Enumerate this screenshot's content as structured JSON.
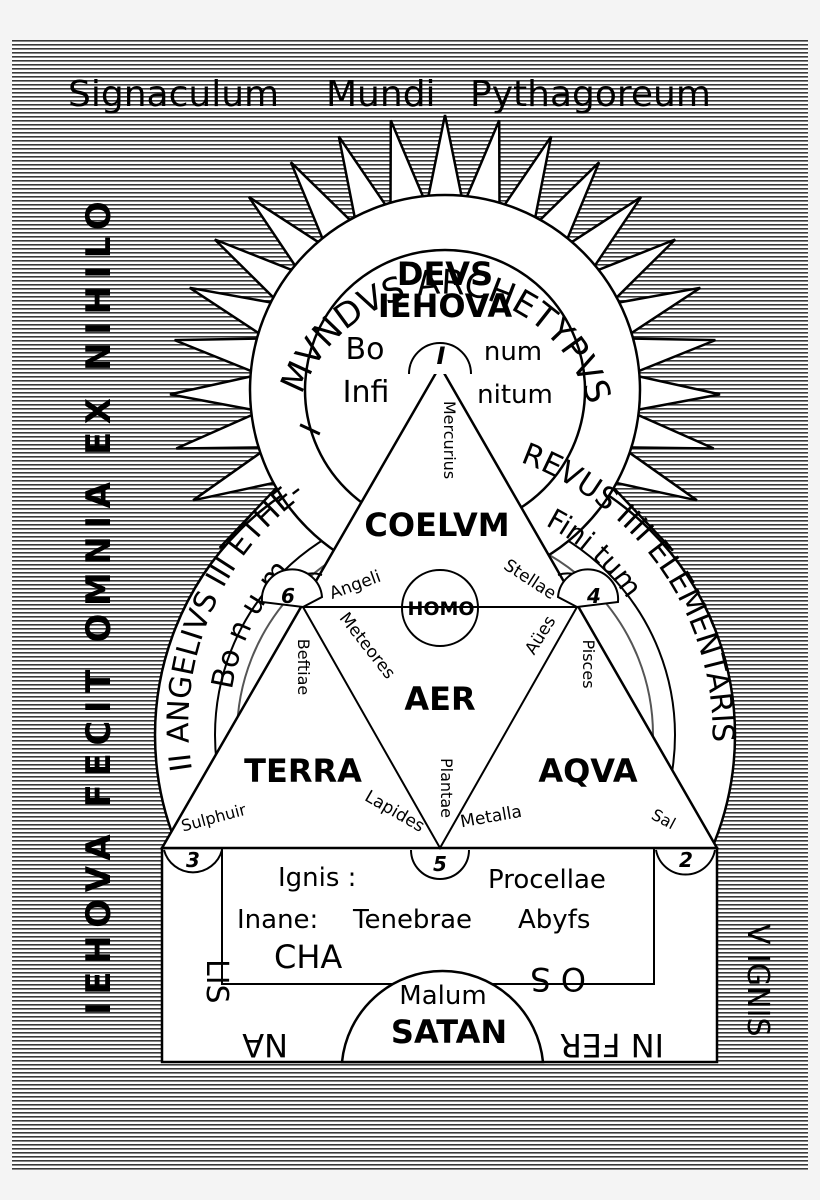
{
  "colors": {
    "ink": "#000000",
    "paper": "#ffffff",
    "background": "#f4f4f4"
  },
  "heading": {
    "word1": "Signaculum",
    "word2": "Mundi",
    "word3": "Pythagoreum"
  },
  "side_inscription": "IEHOVA FECIT OMNIA EX NIHILO",
  "archetype": {
    "ring_text": "MVNDVS ARCHETYPVS",
    "ring_left": "I",
    "devs": "DEVS",
    "iehova": "IEHOVA",
    "bo": "Bo",
    "num": "num",
    "infi": "Infi",
    "nitum": "nitum",
    "numeral_top": "I"
  },
  "rings": {
    "left": "II ANGELIVS III ETHE-",
    "right": "REVUS IIII ELEMENTARIS",
    "bonum_left": "Bo n u m",
    "finitum": "Fini tum"
  },
  "triangle": {
    "coelvm": "COELVM",
    "homo": "HOMO",
    "aer": "AER",
    "terra": "TERRA",
    "aqva": "AQVA",
    "mercurius": "Mercurius",
    "angeli": "Angeli",
    "stellae": "Stellae",
    "meteores": "Meteores",
    "aues": "Aües",
    "beftiae": "Beftiae",
    "pisces": "Pisces",
    "plantae": "Plantae",
    "lapides": "Lapides",
    "metalla": "Metalla",
    "sulphuir": "Sulphuir",
    "sal": "Sal",
    "n6": "6",
    "n4": "4",
    "n3": "3",
    "n5": "5",
    "n2": "2"
  },
  "base": {
    "ignis": "Ignis :",
    "procellae": "Procellae",
    "inane": "Inane:",
    "tenebrae": "Tenebrae",
    "abyfs": "Abyfs",
    "cha": "CHA",
    "os": "O S",
    "lis": "LIS",
    "v_ignis": "V IGNIS",
    "na": "NA",
    "in_fer": "IN FER",
    "malum": "Malum",
    "satan": "SATAN"
  }
}
